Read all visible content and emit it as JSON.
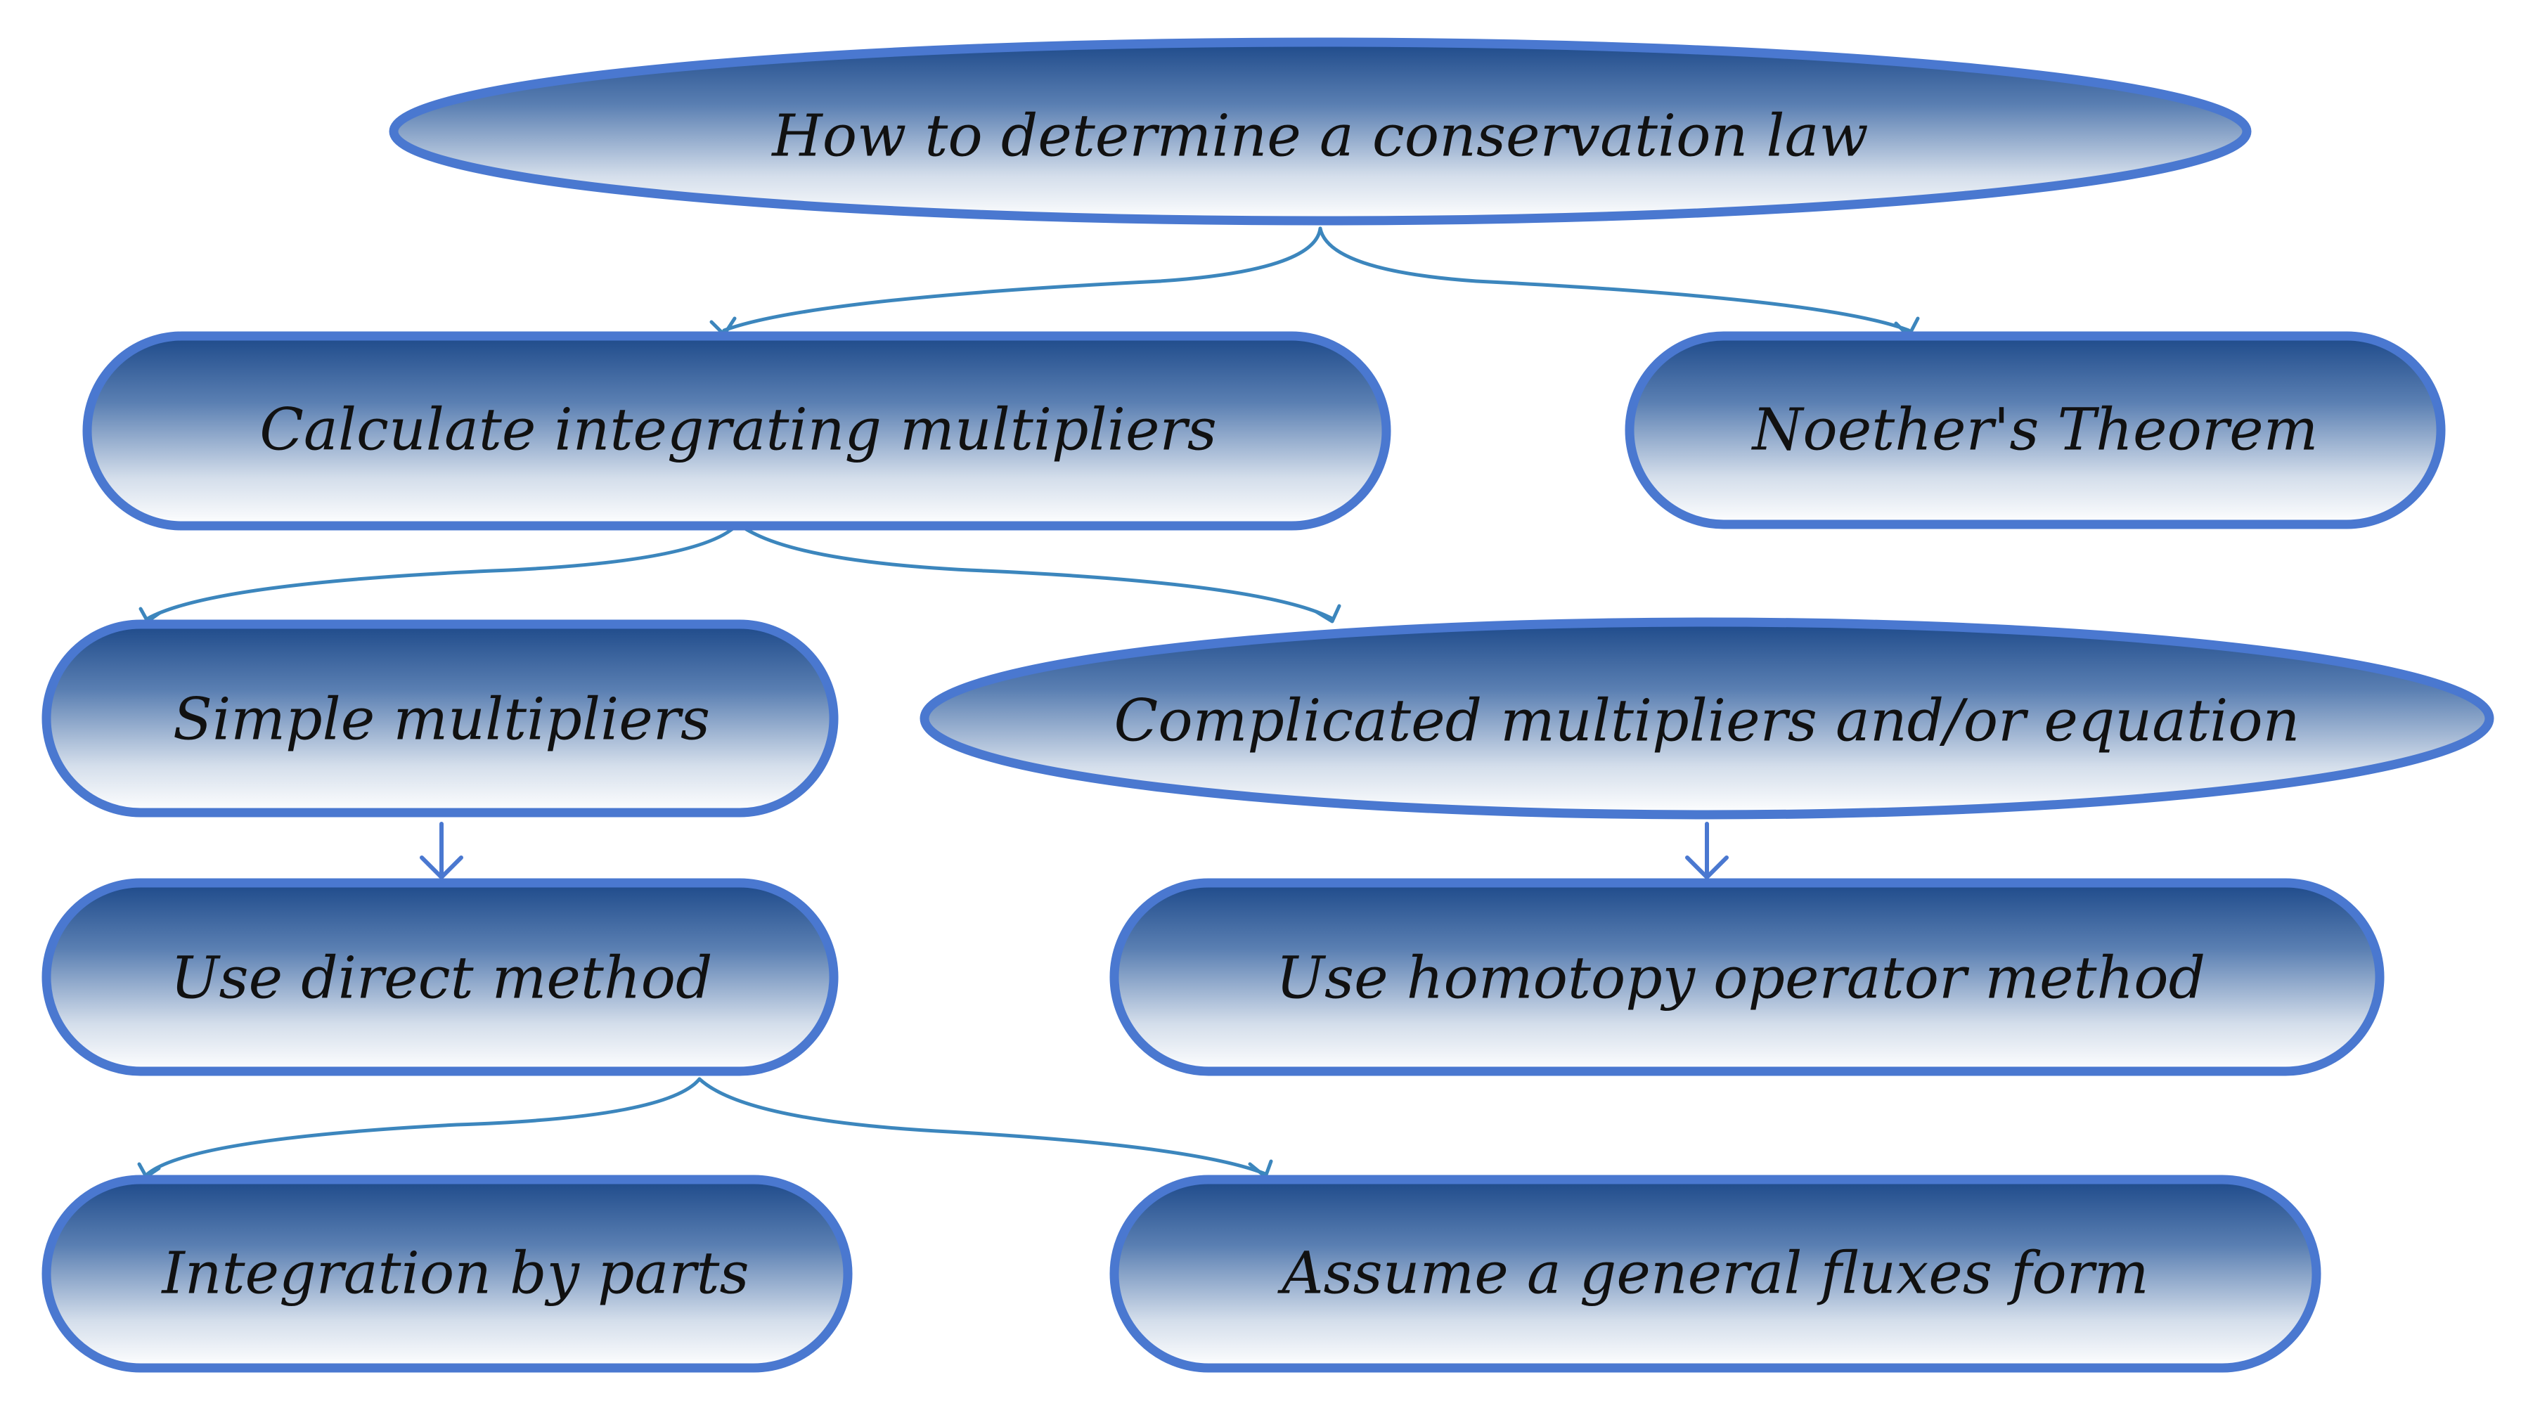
{
  "nodes": {
    "root": "How to determine a conservation law",
    "calc_multipliers": "Calculate integrating multipliers",
    "noether": "Noether's Theorem",
    "simple": "Simple multipliers",
    "complicated": "Complicated multipliers and/or equation",
    "direct": "Use direct method",
    "homotopy": "Use homotopy operator method",
    "by_parts": "Integration by parts",
    "fluxes": "Assume a general fluxes form"
  },
  "colors": {
    "node_border": "#4a78d0",
    "node_fill_top": "#1e4a8a",
    "node_fill_bottom": "#ffffff",
    "connector": "#3c86bd",
    "text": "#111111"
  }
}
